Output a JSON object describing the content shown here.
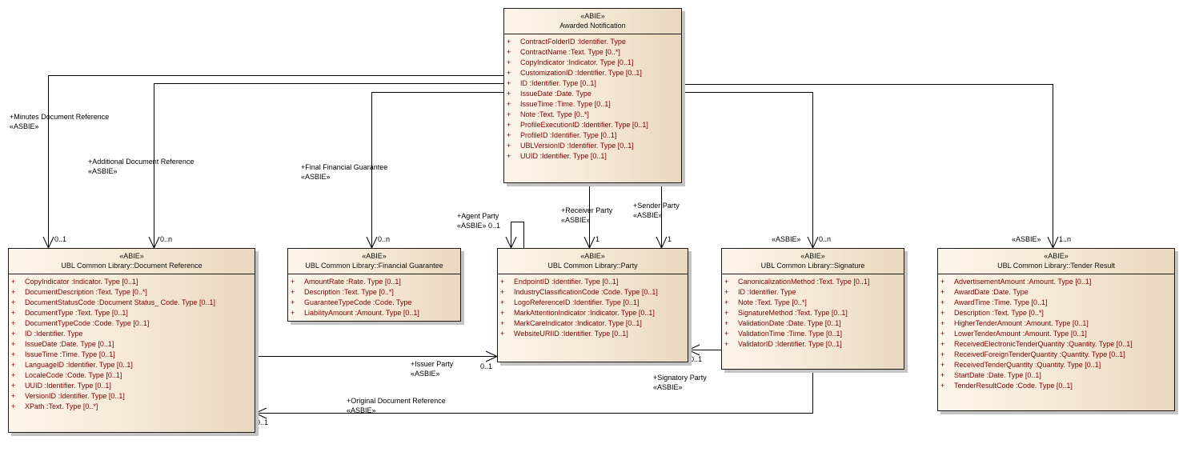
{
  "diagram": {
    "classes": {
      "awarded_notification": {
        "stereotype": "«ABIE»",
        "name": "Awarded Notification",
        "attributes": [
          "ContractFolderID  :Identifier. Type",
          "ContractName  :Text. Type [0..*]",
          "CopyIndicator  :Indicator. Type [0..1]",
          "CustomizationID  :Identifier. Type [0..1]",
          "ID  :Identifier. Type [0..1]",
          "IssueDate  :Date. Type",
          "IssueTime  :Time. Type [0..1]",
          "Note  :Text. Type [0..*]",
          "ProfileExecutionID  :Identifier. Type [0..1]",
          "ProfileID  :Identifier. Type [0..1]",
          "UBLVersionID  :Identifier. Type [0..1]",
          "UUID  :Identifier. Type [0..1]"
        ]
      },
      "document_reference": {
        "stereotype": "«ABIE»",
        "name": "UBL Common Library::Document Reference",
        "attributes": [
          "CopyIndicator  :Indicator. Type [0..1]",
          "DocumentDescription  :Text. Type [0..*]",
          "DocumentStatusCode  :Document Status_ Code. Type [0..1]",
          "DocumentType  :Text. Type [0..1]",
          "DocumentTypeCode  :Code. Type [0..1]",
          "ID  :Identifier. Type",
          "IssueDate  :Date. Type [0..1]",
          "IssueTime  :Time. Type [0..1]",
          "LanguageID  :Identifier. Type [0..1]",
          "LocaleCode  :Code. Type [0..1]",
          "UUID  :Identifier. Type [0..1]",
          "VersionID  :Identifier. Type [0..1]",
          "XPath  :Text. Type [0..*]"
        ]
      },
      "financial_guarantee": {
        "stereotype": "«ABIE»",
        "name": "UBL Common Library::Financial Guarantee",
        "attributes": [
          "AmountRate  :Rate. Type [0..1]",
          "Description  :Text. Type [0..*]",
          "GuaranteeTypeCode  :Code. Type",
          "LiabilityAmount  :Amount. Type [0..1]"
        ]
      },
      "party": {
        "stereotype": "«ABIE»",
        "name": "UBL Common Library::Party",
        "attributes": [
          "EndpointID  :Identifier. Type [0..1]",
          "IndustryClassificationCode  :Code. Type [0..1]",
          "LogoReferenceID  :Identifier. Type [0..1]",
          "MarkAttentionIndicator  :Indicator. Type [0..1]",
          "MarkCareIndicator  :Indicator. Type [0..1]",
          "WebsiteURIID  :Identifier. Type [0..1]"
        ]
      },
      "signature": {
        "stereotype": "«ABIE»",
        "name": "UBL Common Library::Signature",
        "attributes": [
          "CanonicalizationMethod  :Text. Type [0..1]",
          "ID  :Identifier. Type",
          "Note  :Text. Type [0..*]",
          "SignatureMethod  :Text. Type [0..1]",
          "ValidationDate  :Date. Type [0..1]",
          "ValidationTime  :Time. Type [0..1]",
          "ValidatorID  :Identifier. Type [0..1]"
        ]
      },
      "tender_result": {
        "stereotype": "«ABIE»",
        "name": "UBL Common Library::Tender Result",
        "attributes": [
          "AdvertisementAmount  :Amount. Type [0..1]",
          "AwardDate  :Date. Type",
          "AwardTime  :Time. Type [0..1]",
          "Description  :Text. Type [0..*]",
          "HigherTenderAmount  :Amount. Type [0..1]",
          "LowerTenderAmount  :Amount. Type [0..1]",
          "ReceivedElectronicTenderQuantity  :Quantity. Type [0..1]",
          "ReceivedForeignTenderQuantity  :Quantity. Type [0..1]",
          "ReceivedTenderQuantity  :Quantity. Type [0..1]",
          "StartDate  :Date. Type [0..1]",
          "TenderResultCode  :Code. Type [0..1]"
        ]
      }
    },
    "visibility_marker": "+",
    "associations": {
      "minutes_doc_ref": {
        "role": "+Minutes Document Reference",
        "stereotype": "«ASBIE»",
        "multiplicity": "0..1"
      },
      "additional_doc_ref": {
        "role": "+Additional Document Reference",
        "stereotype": "«ASBIE»",
        "multiplicity": "0..n"
      },
      "final_financial_guarantee": {
        "role": "+Final Financial Guarantee",
        "stereotype": "«ASBIE»",
        "multiplicity": "0..n"
      },
      "agent_party": {
        "role": "+Agent Party",
        "stereotype": "«ASBIE»",
        "multiplicity": "0..1"
      },
      "receiver_party": {
        "role": "+Receiver Party",
        "stereotype": "«ASBIE»",
        "multiplicity": "1"
      },
      "sender_party": {
        "role": "+Sender Party",
        "stereotype": "«ASBIE»",
        "multiplicity": "1"
      },
      "signature": {
        "stereotype": "«ASBIE»",
        "multiplicity": "0..n"
      },
      "tender_result": {
        "stereotype": "«ASBIE»",
        "multiplicity": "1..n"
      },
      "issuer_party": {
        "role": "+Issuer Party",
        "stereotype": "«ASBIE»",
        "multiplicity": "0..1"
      },
      "signatory_party": {
        "role": "+Signatory Party",
        "stereotype": "«ASBIE»",
        "multiplicity": "0..1"
      },
      "original_doc_ref": {
        "role": "+Original Document Reference",
        "stereotype": "«ASBIE»",
        "multiplicity": "0..1"
      }
    }
  }
}
